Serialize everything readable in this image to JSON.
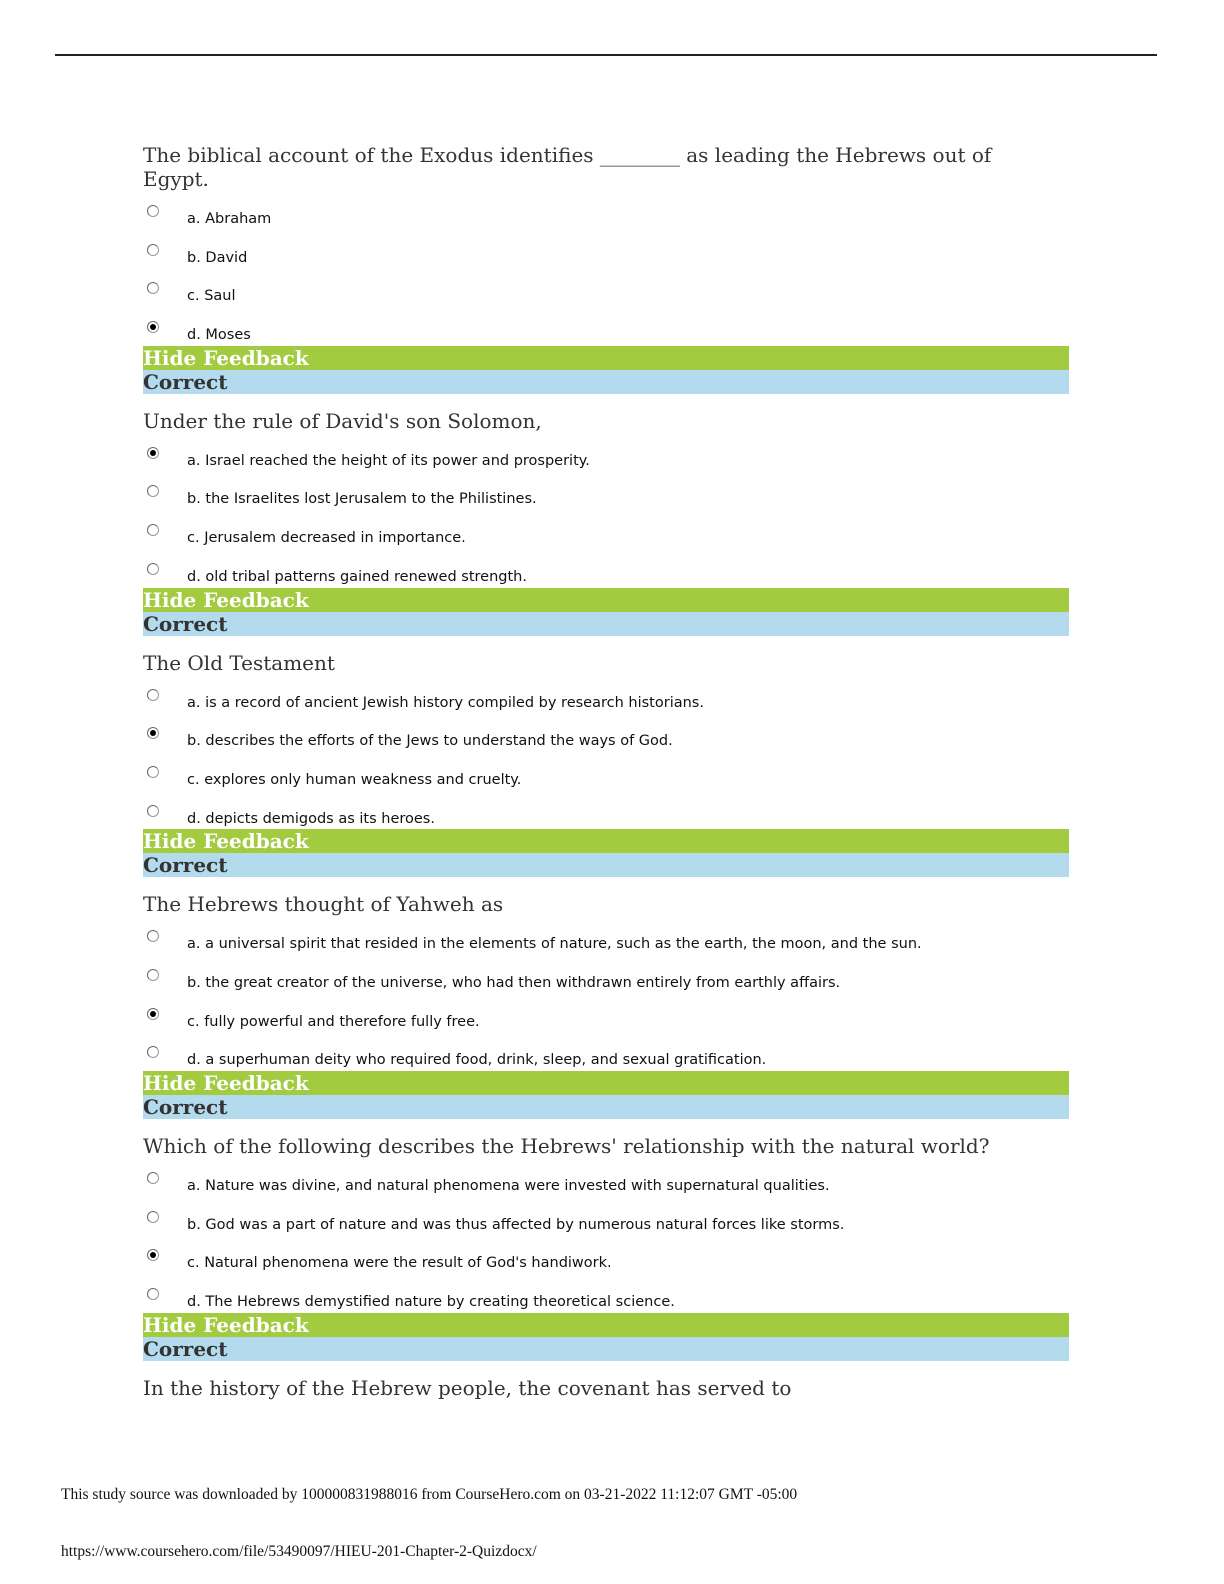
{
  "questions": [
    {
      "text": "The biblical account of the Exodus identifies ________ as leading the Hebrews out of Egypt.",
      "options": [
        "a. Abraham",
        "b. David",
        "c. Saul",
        "d. Moses"
      ],
      "selected": 3,
      "feedback_toggle": "Hide Feedback",
      "feedback": "Correct"
    },
    {
      "text": "Under the rule of David's son Solomon,",
      "options": [
        "a. Israel reached the height of its power and prosperity.",
        "b. the Israelites lost Jerusalem to the Philistines.",
        "c. Jerusalem decreased in importance.",
        "d. old tribal patterns gained renewed strength."
      ],
      "selected": 0,
      "feedback_toggle": "Hide Feedback",
      "feedback": "Correct"
    },
    {
      "text": "The Old Testament",
      "options": [
        "a. is a record of ancient Jewish history compiled by research historians.",
        "b. describes the efforts of the Jews to understand the ways of God.",
        "c. explores only human weakness and cruelty.",
        "d. depicts demigods as its heroes."
      ],
      "selected": 1,
      "feedback_toggle": "Hide Feedback",
      "feedback": "Correct"
    },
    {
      "text": "The Hebrews thought of Yahweh as",
      "options": [
        "a. a universal spirit that resided in the elements of nature, such as the earth, the moon, and the sun.",
        "b. the great creator of the universe, who had then withdrawn entirely from earthly affairs.",
        "c. fully powerful and therefore fully free.",
        "d. a superhuman deity who required food, drink, sleep, and sexual gratification."
      ],
      "selected": 2,
      "feedback_toggle": "Hide Feedback",
      "feedback": "Correct"
    },
    {
      "text": "Which of the following describes the Hebrews' relationship with the natural world?",
      "options": [
        "a. Nature was divine, and natural phenomena were invested with supernatural qualities.",
        "b. God was a part of nature and was thus affected by numerous natural forces like storms.",
        "c. Natural phenomena were the result of God's handiwork.",
        "d. The Hebrews demystified nature by creating theoretical science."
      ],
      "selected": 2,
      "feedback_toggle": "Hide Feedback",
      "feedback": "Correct"
    },
    {
      "text": "In the history of the Hebrew people, the covenant has served to",
      "options": [],
      "selected": null
    }
  ],
  "footer": {
    "download_note": "This study source was downloaded by 100000831988016 from CourseHero.com on 03-21-2022 11:12:07 GMT -05:00",
    "url": "https://www.coursehero.com/file/53490097/HIEU-201-Chapter-2-Quizdocx/"
  },
  "colors": {
    "hide_feedback": "#a2cb40",
    "correct": "#b3dbed"
  }
}
